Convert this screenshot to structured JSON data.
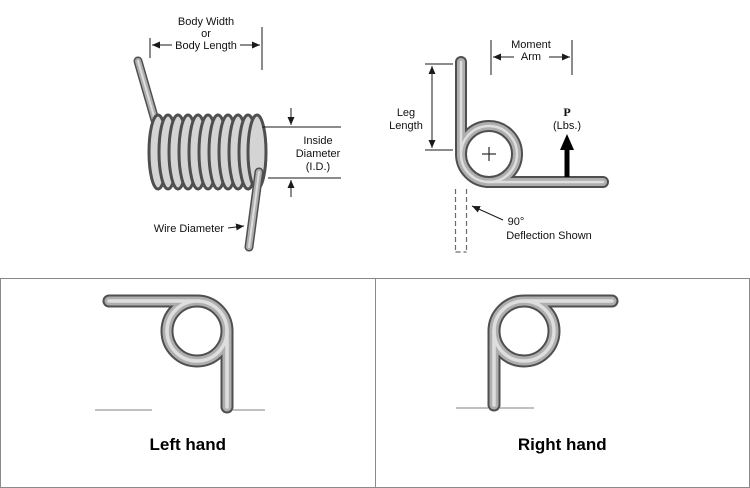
{
  "top_left": {
    "body_dim_line1": "Body Width",
    "body_dim_line2": "or",
    "body_dim_line3": "Body Length",
    "id_line1": "Inside",
    "id_line2": "Diameter",
    "id_line3": "(I.D.)",
    "wire_diameter": "Wire Diameter"
  },
  "top_right": {
    "moment_line1": "Moment",
    "moment_line2": "Arm",
    "leg_line1": "Leg",
    "leg_line2": "Length",
    "load_symbol": "P",
    "load_unit": "(Lbs.)",
    "deflection_line1": "90°",
    "deflection_line2": "Deflection Shown"
  },
  "bottom": {
    "left_label": "Left hand",
    "right_label": "Right hand"
  },
  "colors": {
    "wire_dark": "#4f4f4f",
    "wire_mid": "#aeaeae",
    "wire_light": "#dedede",
    "coil_fill": "#d4d4d4",
    "line": "#1a1a1a",
    "border": "#8a8a8a",
    "ground": "#c0c0c0"
  }
}
